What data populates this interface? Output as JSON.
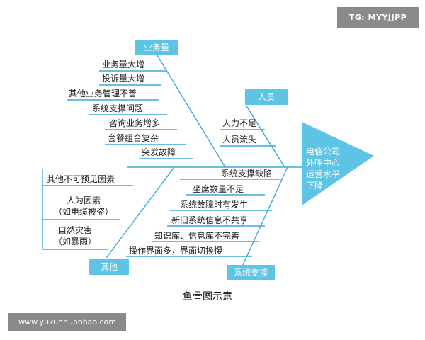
{
  "watermark_top": "TG: MYYJJPP",
  "watermark_bottom": "www.yukunhuanbao.com",
  "caption": "鱼骨图示意",
  "head": [
    "电信公司",
    "外呼中心",
    "运营水平",
    "下降"
  ],
  "categories": {
    "business": "业务量",
    "people": "人员",
    "other": "其他",
    "system": "系统支撑"
  },
  "business_causes": [
    "业务量大增",
    "投诉量大增",
    "其他业务管理不善",
    "系统支撑问题",
    "咨询业务增多",
    "套餐组合复杂",
    "突发故障"
  ],
  "people_causes": [
    "人力不足",
    "人员流失"
  ],
  "other_causes": [
    "其他不可预见因素",
    "人为因素",
    "（如电缆被盗）",
    "自然灾害",
    "（如暴雨）"
  ],
  "system_causes": [
    "系统支撑缺陷",
    "坐席数量不足",
    "系统故障时有发生",
    "新旧系统信息不共享",
    "知识库、信息库不完善",
    "操作界面多，界面切换慢"
  ],
  "colors": {
    "accent": "#5ec4e6",
    "line": "#3aa8d8"
  }
}
